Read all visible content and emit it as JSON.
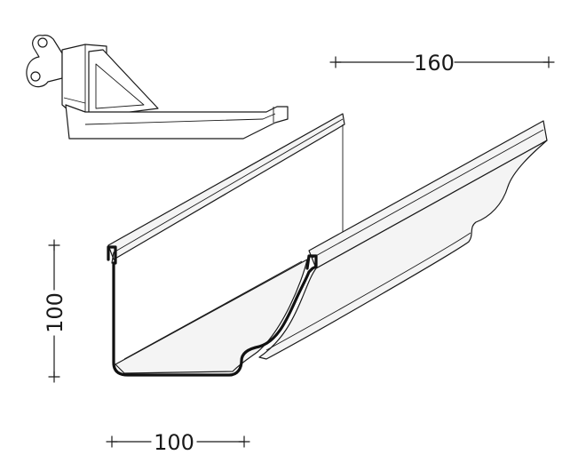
{
  "dimensions": {
    "length": "160",
    "height": "100",
    "width": "100"
  },
  "colors": {
    "line": "#1a1a1a",
    "face": "#f4f4f4",
    "background": "#ffffff"
  }
}
